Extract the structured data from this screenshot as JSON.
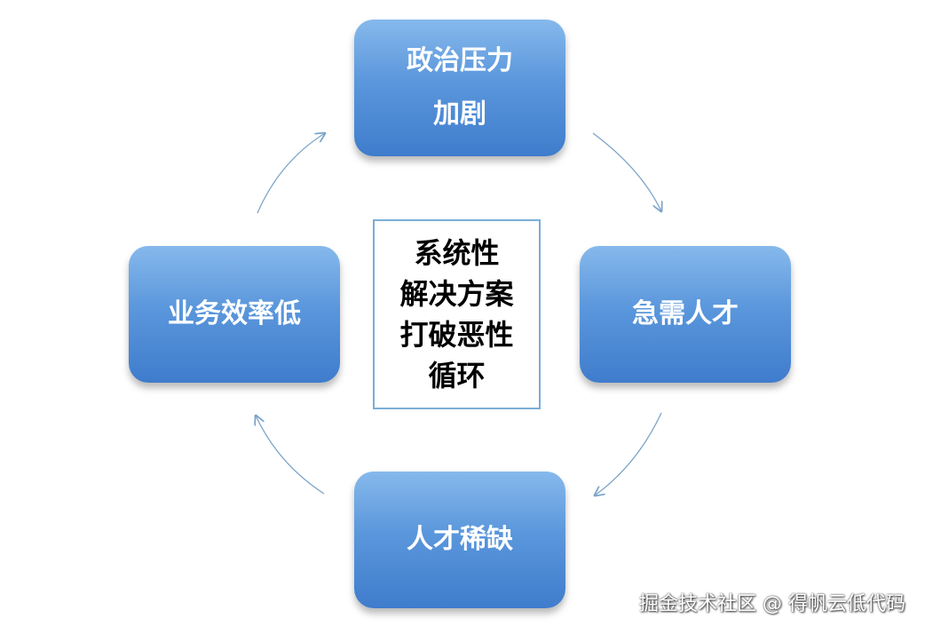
{
  "diagram": {
    "nodes": {
      "top": [
        "政治压力",
        "加剧"
      ],
      "right": [
        "急需人才"
      ],
      "bottom": [
        "人才稀缺"
      ],
      "left": [
        "业务效率低"
      ]
    },
    "center": [
      "系统性",
      "解决方案",
      "打破恶性",
      "循环"
    ],
    "watermark": "掘金技术社区 @ 得帆云低代码",
    "colors": {
      "node_fill_top": "#86b9ec",
      "node_fill_bottom": "#3f7ccc",
      "center_border": "#7aaed6",
      "arrow": "#7ba4c9"
    }
  }
}
